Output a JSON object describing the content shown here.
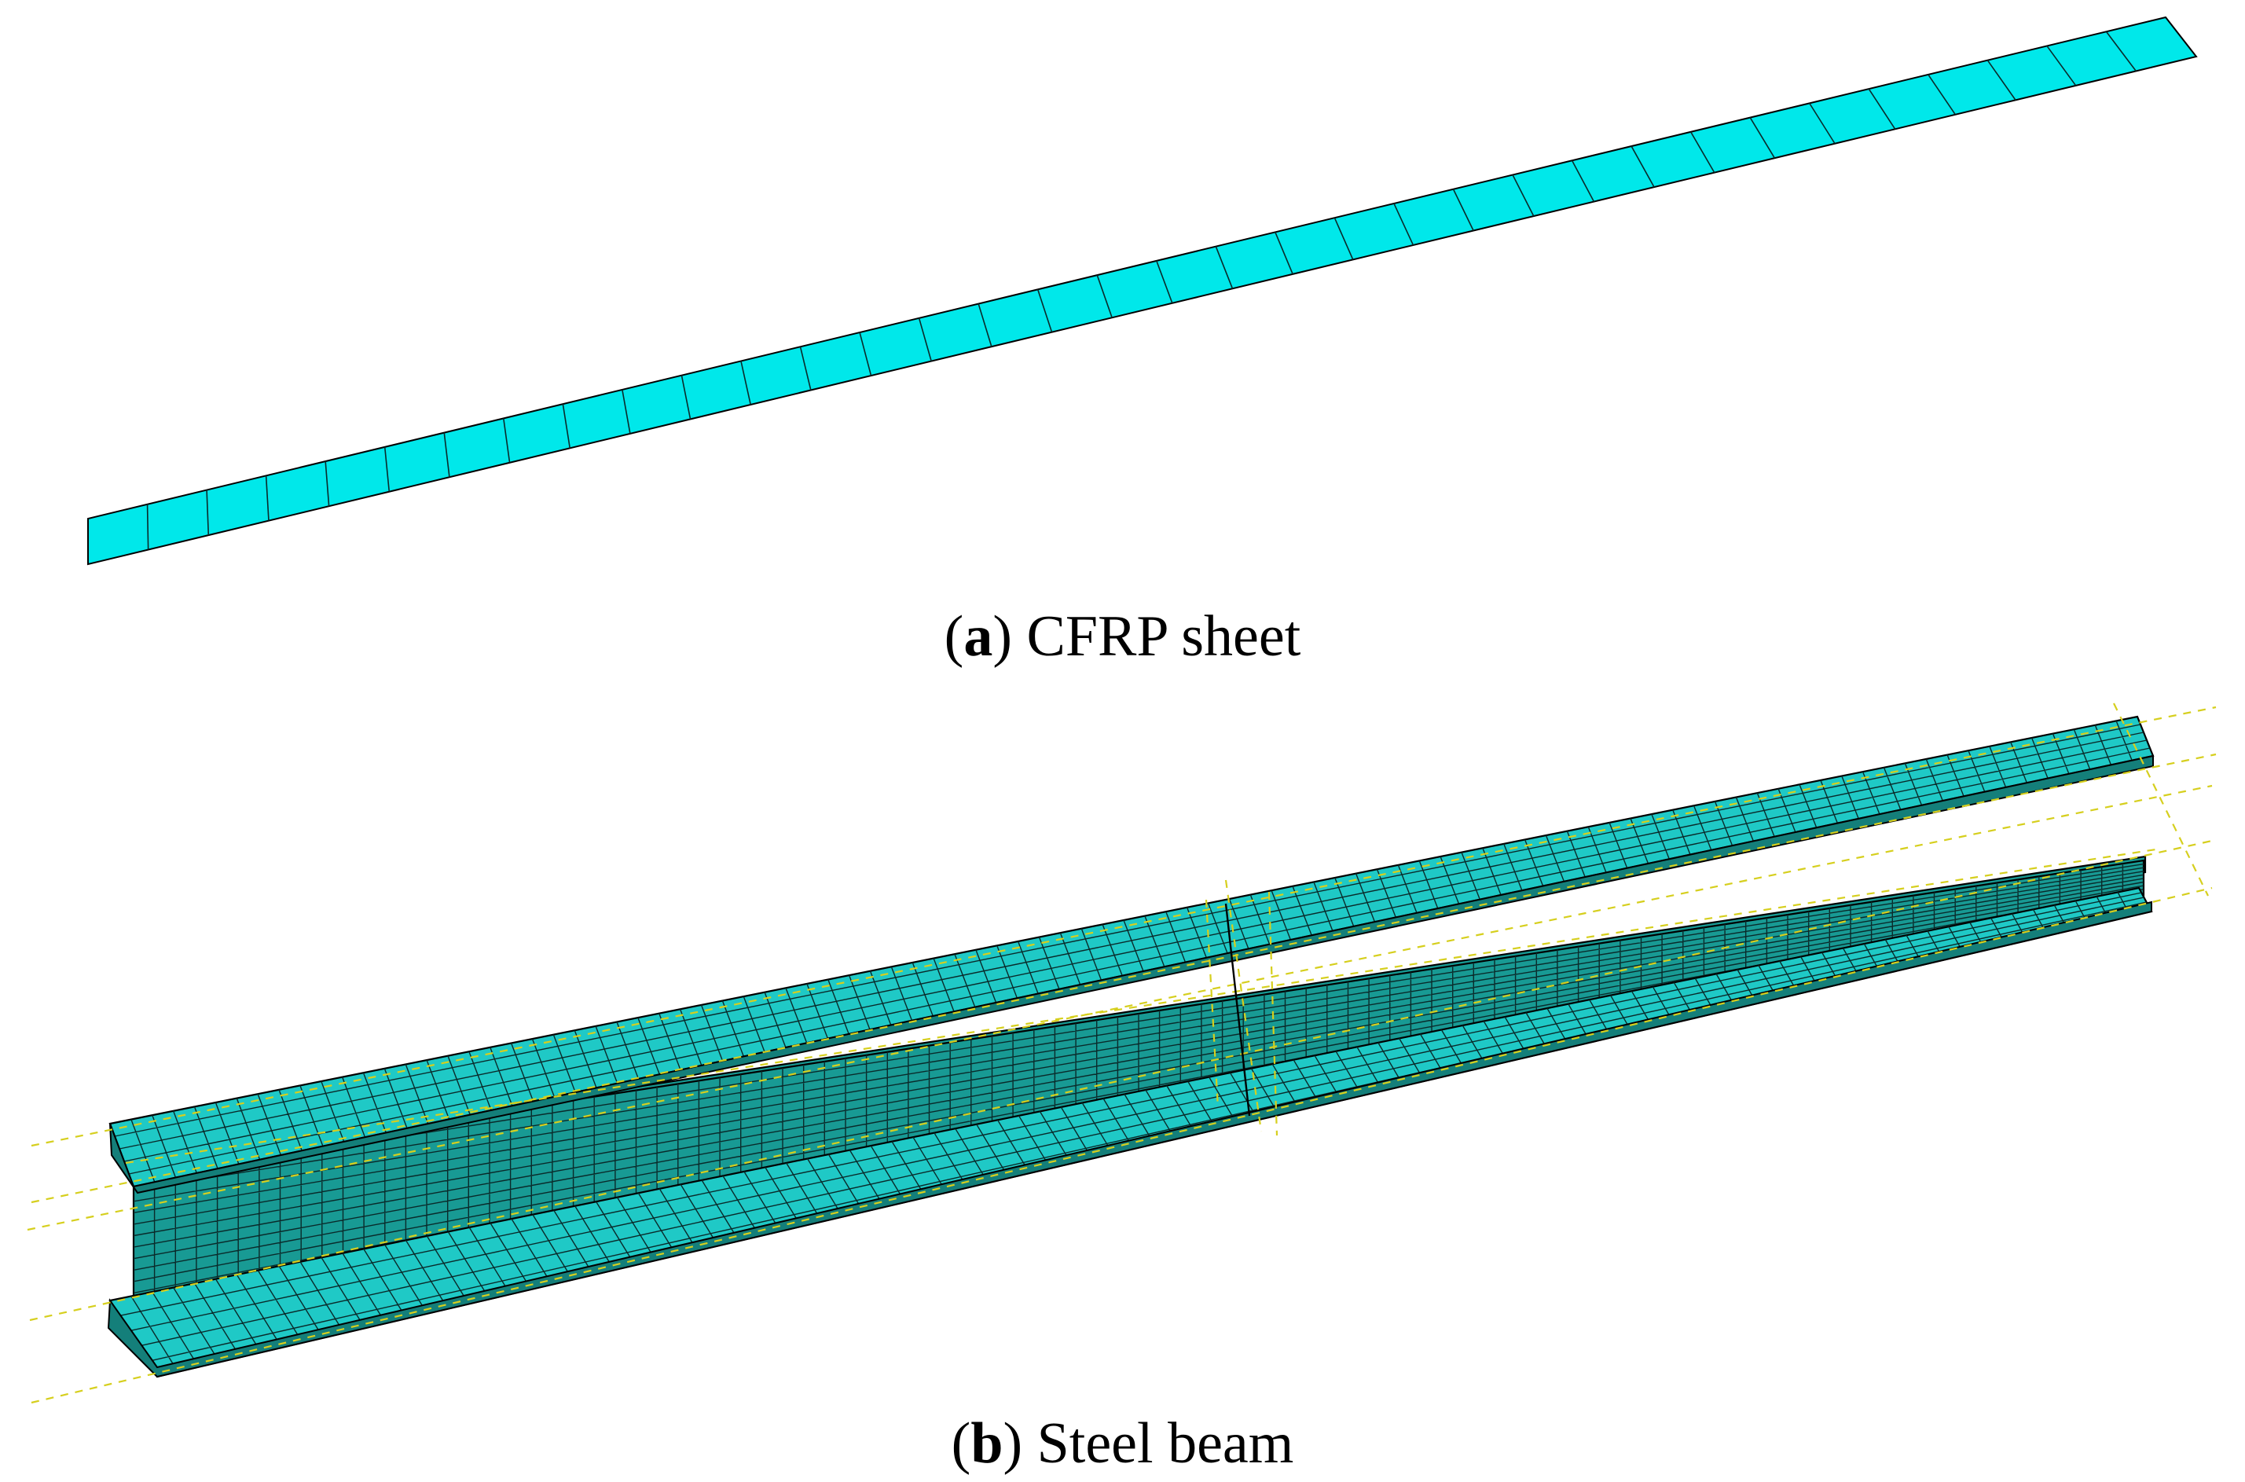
{
  "figure": {
    "panels": [
      {
        "id": "a",
        "letter": "a",
        "caption": "CFRP sheet"
      },
      {
        "id": "b",
        "letter": "b",
        "caption": "Steel beam"
      }
    ]
  },
  "colors": {
    "cfrp_fill": "#00e8ea",
    "flange_fill": "#1fc9c6",
    "web_fill": "#189a94",
    "mesh_line": "#0a2a2a",
    "edge_line": "#000000",
    "guide_line": "#d6cf1e"
  },
  "mesh": {
    "cfrp_elements": 35,
    "beam_elements_along_length": 96,
    "flange_elements_across": 5,
    "web_elements_depth": 12
  }
}
